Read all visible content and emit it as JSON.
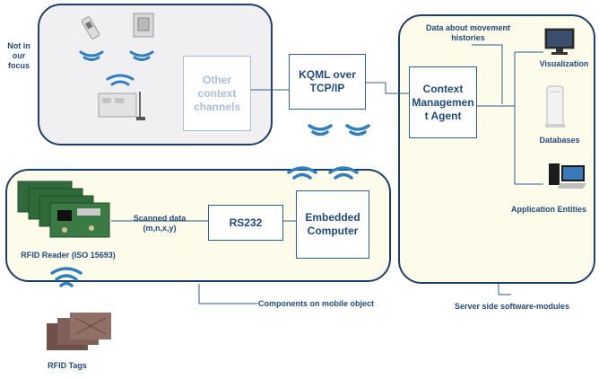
{
  "labels": {
    "not_in_focus": "Not in our focus",
    "other_channels": "Other context channels",
    "kqml": "KQML over TCP/IP",
    "cma": "Context Managemen t Agent",
    "data_about": "Data about movement histories",
    "visualization": "Visualization",
    "databases": "Databases",
    "app_entities": "Application Entities",
    "rfid_reader": "RFID Reader (ISO 15693)",
    "scanned": "Scanned data (m,n,x,y)",
    "rs232": "RS232",
    "embedded": "Embedded Computer",
    "mobile_components": "Components on mobile object",
    "server_modules": "Server side software-modules",
    "rfid_tags": "RFID Tags"
  },
  "colors": {
    "text": "#1f497d",
    "line": "#2b5d9c",
    "wifi": "#2f7ec4",
    "faded": "#a9bed6",
    "context_bg": "#f0f0f2",
    "mobile_bg": "#fdfbe9",
    "server_bg": "#fdfbe9",
    "border": "#1f3f6b"
  }
}
